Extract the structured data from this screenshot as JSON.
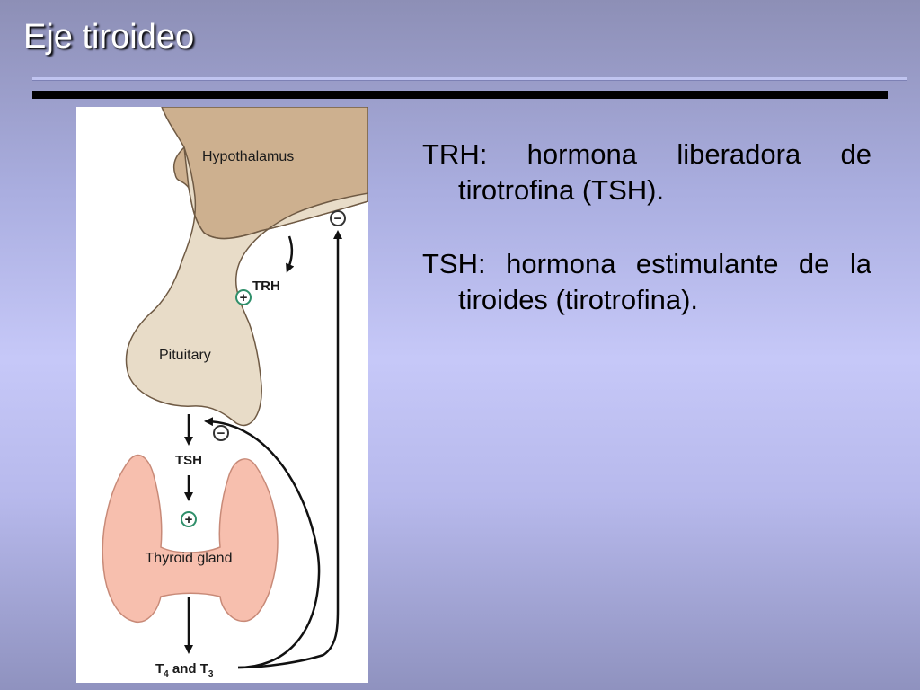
{
  "slide": {
    "title": "Eje tiroideo"
  },
  "figure": {
    "hypothalamus_label": "Hypothalamus",
    "pituitary_label": "Pituitary",
    "thyroid_label": "Thyroid gland",
    "trh_label": "TRH",
    "tsh_label": "TSH",
    "t4_label": "T",
    "t4_sub": "4",
    "and_label": " and T",
    "t3_sub": "3",
    "plus_sign": "+",
    "minus_sign": "−",
    "colors": {
      "hypothalamus": "#cdb08f",
      "pituitary": "#e8dcc8",
      "thyroid": "#f7bfae",
      "sign_circle": "#2f8f6a"
    }
  },
  "definitions": [
    {
      "text": "TRH: hormona liberadora de tirotrofina (TSH)."
    },
    {
      "text": "TSH: hormona estimulante de la tiroides (tirotrofina)."
    }
  ]
}
